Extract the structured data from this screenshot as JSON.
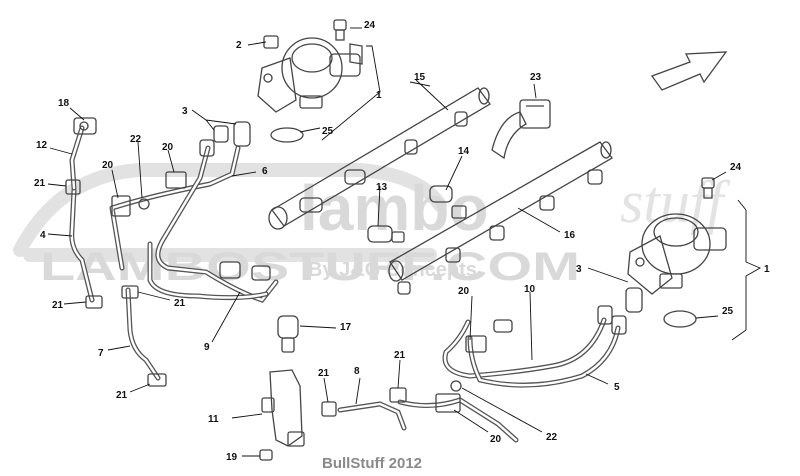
{
  "watermark": {
    "logo_main": "lambo",
    "logo_script": "stuff",
    "url": "LAMBOSTUFF.COM",
    "byline": "By J&G Concepts"
  },
  "caption": "BullStuff 2012",
  "callouts": [
    {
      "id": "c1a",
      "label": "1"
    },
    {
      "id": "c1b",
      "label": "1"
    },
    {
      "id": "c2",
      "label": "2"
    },
    {
      "id": "c3a",
      "label": "3"
    },
    {
      "id": "c3b",
      "label": "3"
    },
    {
      "id": "c4",
      "label": "4"
    },
    {
      "id": "c5",
      "label": "5"
    },
    {
      "id": "c6",
      "label": "6"
    },
    {
      "id": "c7",
      "label": "7"
    },
    {
      "id": "c8",
      "label": "8"
    },
    {
      "id": "c9",
      "label": "9"
    },
    {
      "id": "c10",
      "label": "10"
    },
    {
      "id": "c11",
      "label": "11"
    },
    {
      "id": "c12",
      "label": "12"
    },
    {
      "id": "c13",
      "label": "13"
    },
    {
      "id": "c14",
      "label": "14"
    },
    {
      "id": "c15",
      "label": "15"
    },
    {
      "id": "c16",
      "label": "16"
    },
    {
      "id": "c17",
      "label": "17"
    },
    {
      "id": "c18",
      "label": "18"
    },
    {
      "id": "c19",
      "label": "19"
    },
    {
      "id": "c20a",
      "label": "20"
    },
    {
      "id": "c20b",
      "label": "20"
    },
    {
      "id": "c20c",
      "label": "20"
    },
    {
      "id": "c20d",
      "label": "20"
    },
    {
      "id": "c21a",
      "label": "21"
    },
    {
      "id": "c21b",
      "label": "21"
    },
    {
      "id": "c21c",
      "label": "21"
    },
    {
      "id": "c21d",
      "label": "21"
    },
    {
      "id": "c21e",
      "label": "21"
    },
    {
      "id": "c21f",
      "label": "21"
    },
    {
      "id": "c22a",
      "label": "22"
    },
    {
      "id": "c22b",
      "label": "22"
    },
    {
      "id": "c23",
      "label": "23"
    },
    {
      "id": "c24a",
      "label": "24"
    },
    {
      "id": "c24b",
      "label": "24"
    },
    {
      "id": "c25a",
      "label": "25"
    },
    {
      "id": "c25b",
      "label": "25"
    }
  ]
}
